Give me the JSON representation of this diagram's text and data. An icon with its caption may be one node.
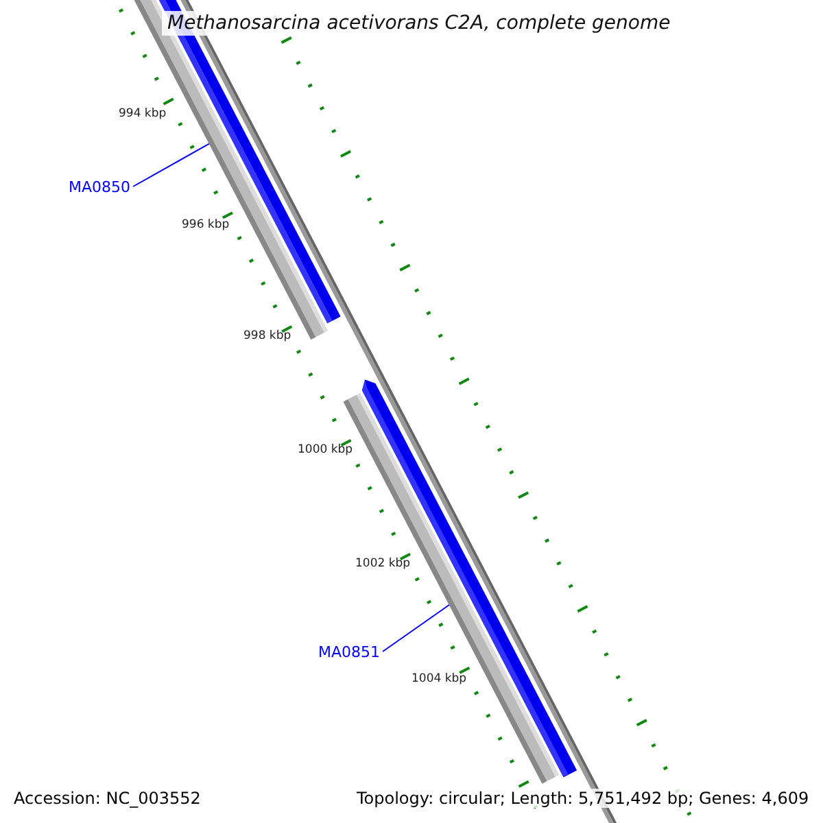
{
  "diagram": {
    "title": "Methanosarcina acetivorans C2A, complete genome",
    "nodes": [
      {
        "text": [
          "MA0850"
        ]
      },
      {
        "text": [],
        "shape": "bar"
      },
      {
        "text": [
          "MA0851"
        ]
      },
      {
        "text": [],
        "shape": "bar"
      }
    ],
    "edges": [
      {
        "from": 0,
        "to": 1,
        "arrow": "none",
        "color": "#0000ff"
      },
      {
        "from": 2,
        "to": 3,
        "arrow": "none",
        "color": "#0000ff"
      }
    ],
    "labels": [
      "994 kbp",
      "996 kbp",
      "998 kbp",
      "1000 kbp",
      "1002 kbp",
      "1004 kbp",
      "Accession: NC_003552",
      "Topology: circular; Length: 5,751,492 bp; Genes: 4,609"
    ]
  }
}
